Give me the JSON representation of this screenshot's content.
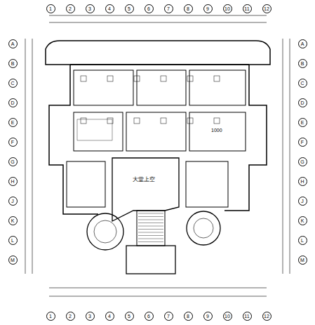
{
  "diagram": {
    "nodes": [
      {
        "text": [
          "1"
        ]
      },
      {
        "text": [
          "2"
        ]
      },
      {
        "text": [
          "3"
        ]
      },
      {
        "text": [
          "4"
        ]
      },
      {
        "text": [
          "5"
        ]
      },
      {
        "text": [
          "6"
        ]
      },
      {
        "text": [
          "7"
        ]
      },
      {
        "text": [
          "8"
        ]
      },
      {
        "text": [
          "9"
        ]
      },
      {
        "text": [
          "10"
        ]
      },
      {
        "text": [
          "11"
        ]
      },
      {
        "text": [
          "12"
        ]
      },
      {
        "text": [
          "1"
        ]
      },
      {
        "text": [
          "2"
        ]
      },
      {
        "text": [
          "3"
        ]
      },
      {
        "text": [
          "4"
        ]
      },
      {
        "text": [
          "5"
        ]
      },
      {
        "text": [
          "6"
        ]
      },
      {
        "text": [
          "7"
        ]
      },
      {
        "text": [
          "8"
        ]
      },
      {
        "text": [
          "9"
        ]
      },
      {
        "text": [
          "10"
        ]
      },
      {
        "text": [
          "11"
        ]
      },
      {
        "text": [
          "12"
        ]
      },
      {
        "text": [
          "A"
        ]
      },
      {
        "text": [
          "B"
        ]
      },
      {
        "text": [
          "C"
        ]
      },
      {
        "text": [
          "D"
        ]
      },
      {
        "text": [
          "E"
        ]
      },
      {
        "text": [
          "F"
        ]
      },
      {
        "text": [
          "G"
        ]
      },
      {
        "text": [
          "H"
        ]
      },
      {
        "text": [
          "J"
        ]
      },
      {
        "text": [
          "K"
        ]
      },
      {
        "text": [
          "L"
        ]
      },
      {
        "text": [
          "M"
        ]
      },
      {
        "text": [
          "A"
        ]
      },
      {
        "text": [
          "B"
        ]
      },
      {
        "text": [
          "C"
        ]
      },
      {
        "text": [
          "D"
        ]
      },
      {
        "text": [
          "E"
        ]
      },
      {
        "text": [
          "F"
        ]
      },
      {
        "text": [
          "G"
        ]
      },
      {
        "text": [
          "H"
        ]
      },
      {
        "text": [
          "J"
        ]
      },
      {
        "text": [
          "K"
        ]
      },
      {
        "text": [
          "L"
        ]
      },
      {
        "text": [
          "M"
        ]
      },
      {
        "text": [
          "大堂上空"
        ]
      }
    ],
    "edges": [],
    "labels": [
      "1000"
    ]
  }
}
